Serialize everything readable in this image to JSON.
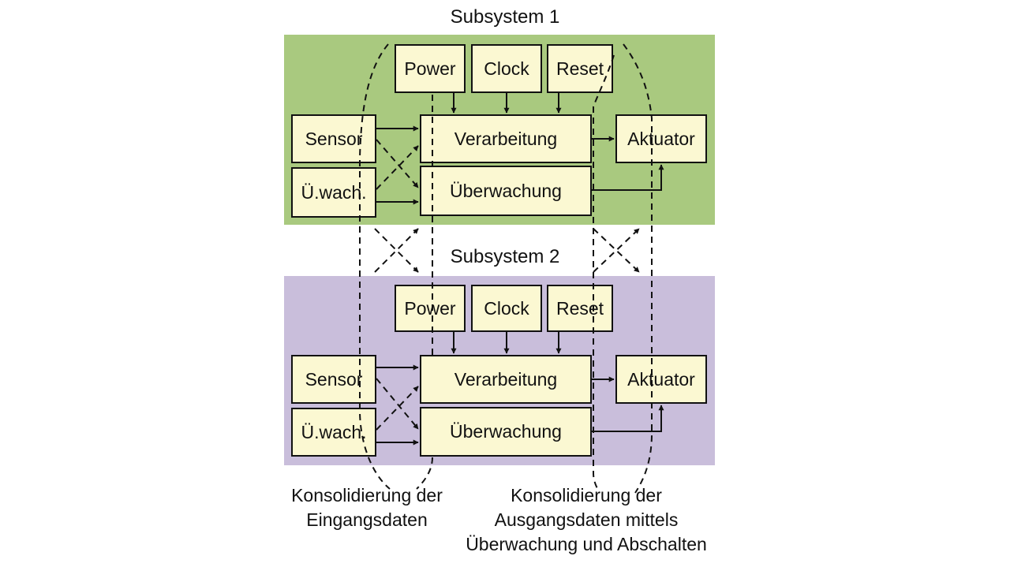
{
  "colors": {
    "subsystem1_bg": "#a9c97f",
    "subsystem2_bg": "#c9bedb",
    "box_fill": "#fbf8d2",
    "line": "#111111"
  },
  "subsystem1": {
    "title": "Subsystem 1",
    "power": "Power",
    "clock": "Clock",
    "reset": "Reset",
    "sensor": "Sensor",
    "watch": "Ü.wach.",
    "processing": "Verarbeitung",
    "monitoring": "Überwachung",
    "actuator": "Aktuator"
  },
  "subsystem2": {
    "title": "Subsystem 2",
    "power": "Power",
    "clock": "Clock",
    "reset": "Reset",
    "sensor": "Sensor",
    "watch": "Ü.wach.",
    "processing": "Verarbeitung",
    "monitoring": "Überwachung",
    "actuator": "Aktuator"
  },
  "captions": {
    "input_line1": "Konsolidierung der",
    "input_line2": "Eingangsdaten",
    "output_line1": "Konsolidierung der",
    "output_line2": "Ausgangsdaten mittels",
    "output_line3": "Überwachung und Abschalten"
  }
}
